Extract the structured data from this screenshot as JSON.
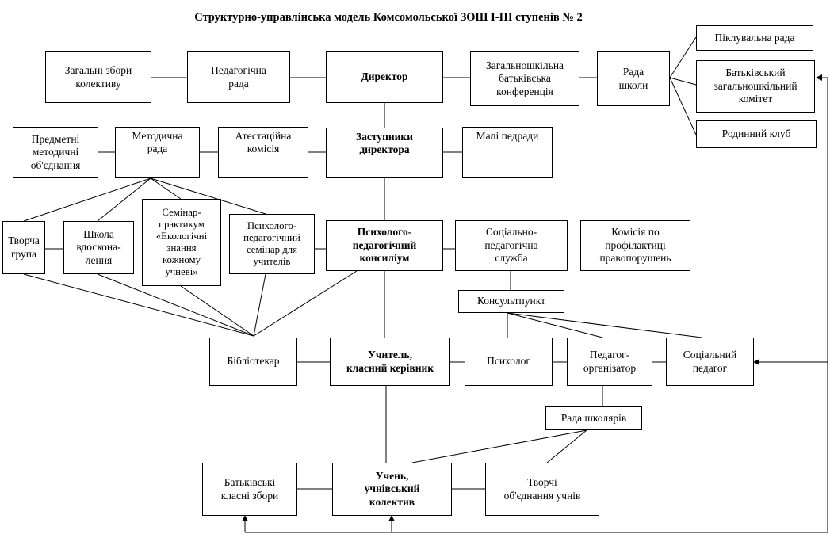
{
  "title": "Структурно-управлінська модель Комсомольської ЗОШ І-ІІІ ступенів № 2",
  "nodes": {
    "zahalni_zbory": "Загальні збори\nколективу",
    "pedrada": "Педагогічна\nрада",
    "dyrektor": "Директор",
    "konferentsiia": "Загальношкільна\nбатьківська\nконференція",
    "rada_shkoly": "Рада\nшколи",
    "pikluvalna_rada": "Піклувальна рада",
    "batkivskyi_komitet": "Батьківський\nзагальношкільний\nкомітет",
    "rodynnyi_klub": "Родинний клуб",
    "predmetni_obiednannia": "Предметні\nметодичні\nоб'єднання",
    "metodychna_rada": "Методична\nрада",
    "atestatsiina_komisiia": "Атестаційна\nкомісія",
    "zastupnyky": "Заступники\nдиректора",
    "mali_pedrady": "Малі педради",
    "tvorcha_hrupa": "Творча\nгрупа",
    "shkola_vdoskonalennia": "Школа\nвдоскона-\nлення",
    "seminar_praktykum": "Семінар-\nпрактикум\n«Екологічні\nзнання\nкожному\nучневі»",
    "psykholoho_seminar": "Психолого-\nпедагогічний\nсемінар для\nучителів",
    "konsylium": "Психолого-\nпедагогічний\nконсиліум",
    "sotsialna_sluzhba": "Соціально-\nпедагогічна\nслужба",
    "komisiia_profilaktyky": "Комісія по\nпрофілактиці\nправопорушень",
    "konsultpunkt": "Консультпункт",
    "bibliotekar": "Бібліотекар",
    "uchytel": "Учитель,\nкласний керівник",
    "psykholoh": "Психолог",
    "pedahoh_orhanizator": "Педагог-\nорганізатор",
    "sotsialnyi_pedahoh": "Соціальний\nпедагог",
    "rada_shkoliariv": "Рада школярів",
    "batkivski_zbory": "Батьківські\nкласні збори",
    "uchen": "Учень,\nучнівський\nколектив",
    "tvorchi_obiednannia": "Творчі\nоб'єднання учнів"
  },
  "colors": {
    "line": "#000000",
    "box_fill": "#ffffff",
    "background": "#ffffff"
  }
}
